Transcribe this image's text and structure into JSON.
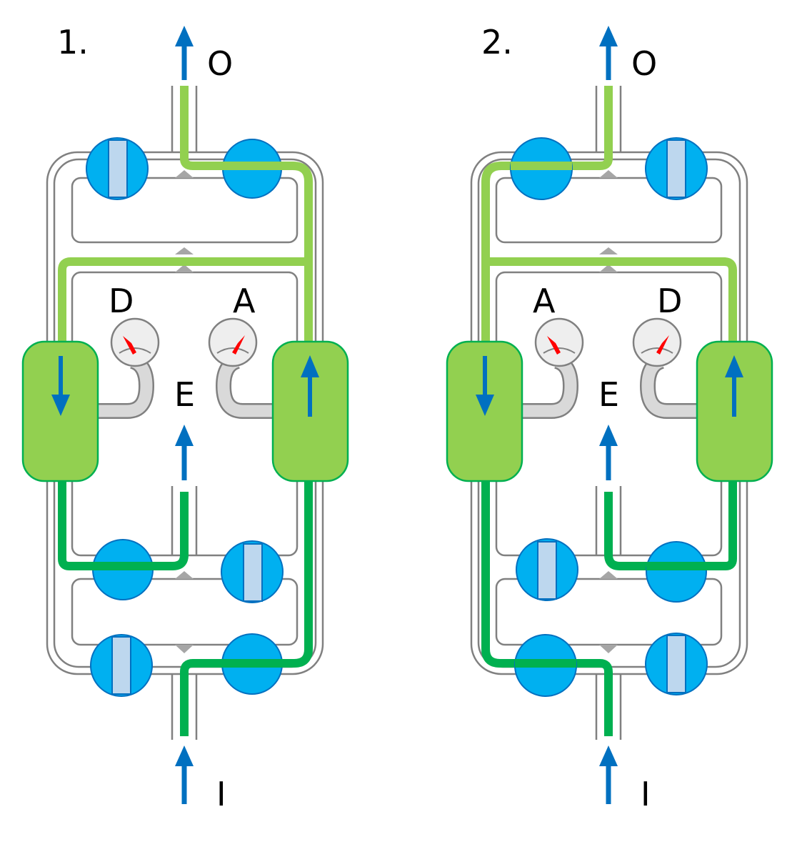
{
  "colors": {
    "inlet_gas": "#00b050",
    "outlet_gas": "#92d050",
    "valve": "#00b0f0",
    "valve_closed_bar": "#bdd7ee",
    "arrow": "#0070c0",
    "gauge_needle": "#ff0000",
    "pipe": "#808080"
  },
  "panels": [
    {
      "number": "1.",
      "outlet": "O",
      "inlet": "I",
      "exhaust": "E",
      "left_gauge": "D",
      "right_gauge": "A",
      "left_tower_flow": "down",
      "right_tower_flow": "up"
    },
    {
      "number": "2.",
      "outlet": "O",
      "inlet": "I",
      "exhaust": "E",
      "left_gauge": "A",
      "right_gauge": "D",
      "left_tower_flow": "down",
      "right_tower_flow": "up"
    }
  ]
}
